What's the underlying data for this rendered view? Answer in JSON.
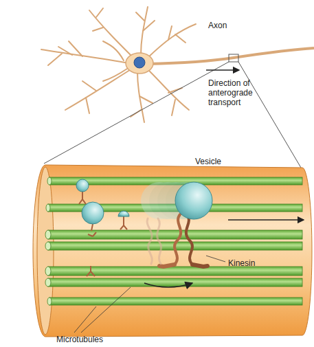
{
  "diagram": {
    "labels": [
      "Axon",
      "Direction of anterograde transport",
      "Vesicle",
      "Kinesin",
      "Microtubules"
    ]
  }
}
